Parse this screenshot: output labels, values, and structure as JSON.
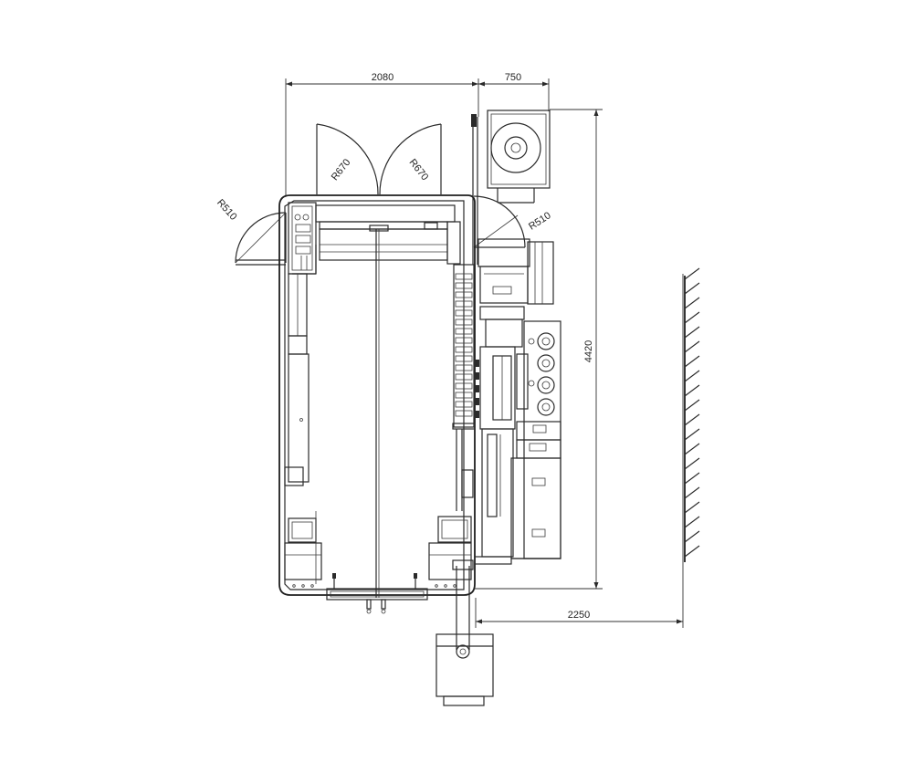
{
  "dimensions": {
    "top_left_width": "2080",
    "top_right_width": "750",
    "overall_height": "4420",
    "bottom_wall_offset": "2250"
  },
  "door_radii": {
    "top_left_door": "R670",
    "top_right_door": "R670",
    "left_side_door": "R510",
    "right_side_door": "R510"
  },
  "colors": {
    "line": "#2a2a2a",
    "background": "#ffffff"
  }
}
